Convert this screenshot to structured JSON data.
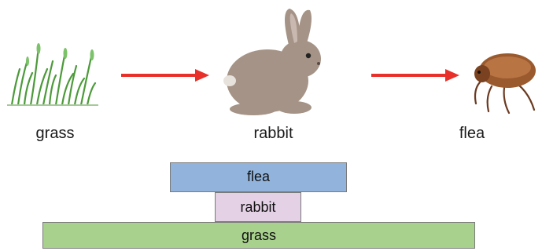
{
  "food_chain": {
    "items": [
      {
        "label": "grass",
        "icon": "grass-icon"
      },
      {
        "label": "rabbit",
        "icon": "rabbit-icon"
      },
      {
        "label": "flea",
        "icon": "flea-icon"
      }
    ],
    "arrow_color": "#e8302a"
  },
  "pyramid": {
    "levels": [
      {
        "label": "flea",
        "color": "#92b4dc"
      },
      {
        "label": "rabbit",
        "color": "#e4d1e6"
      },
      {
        "label": "grass",
        "color": "#a9d18e"
      }
    ]
  }
}
